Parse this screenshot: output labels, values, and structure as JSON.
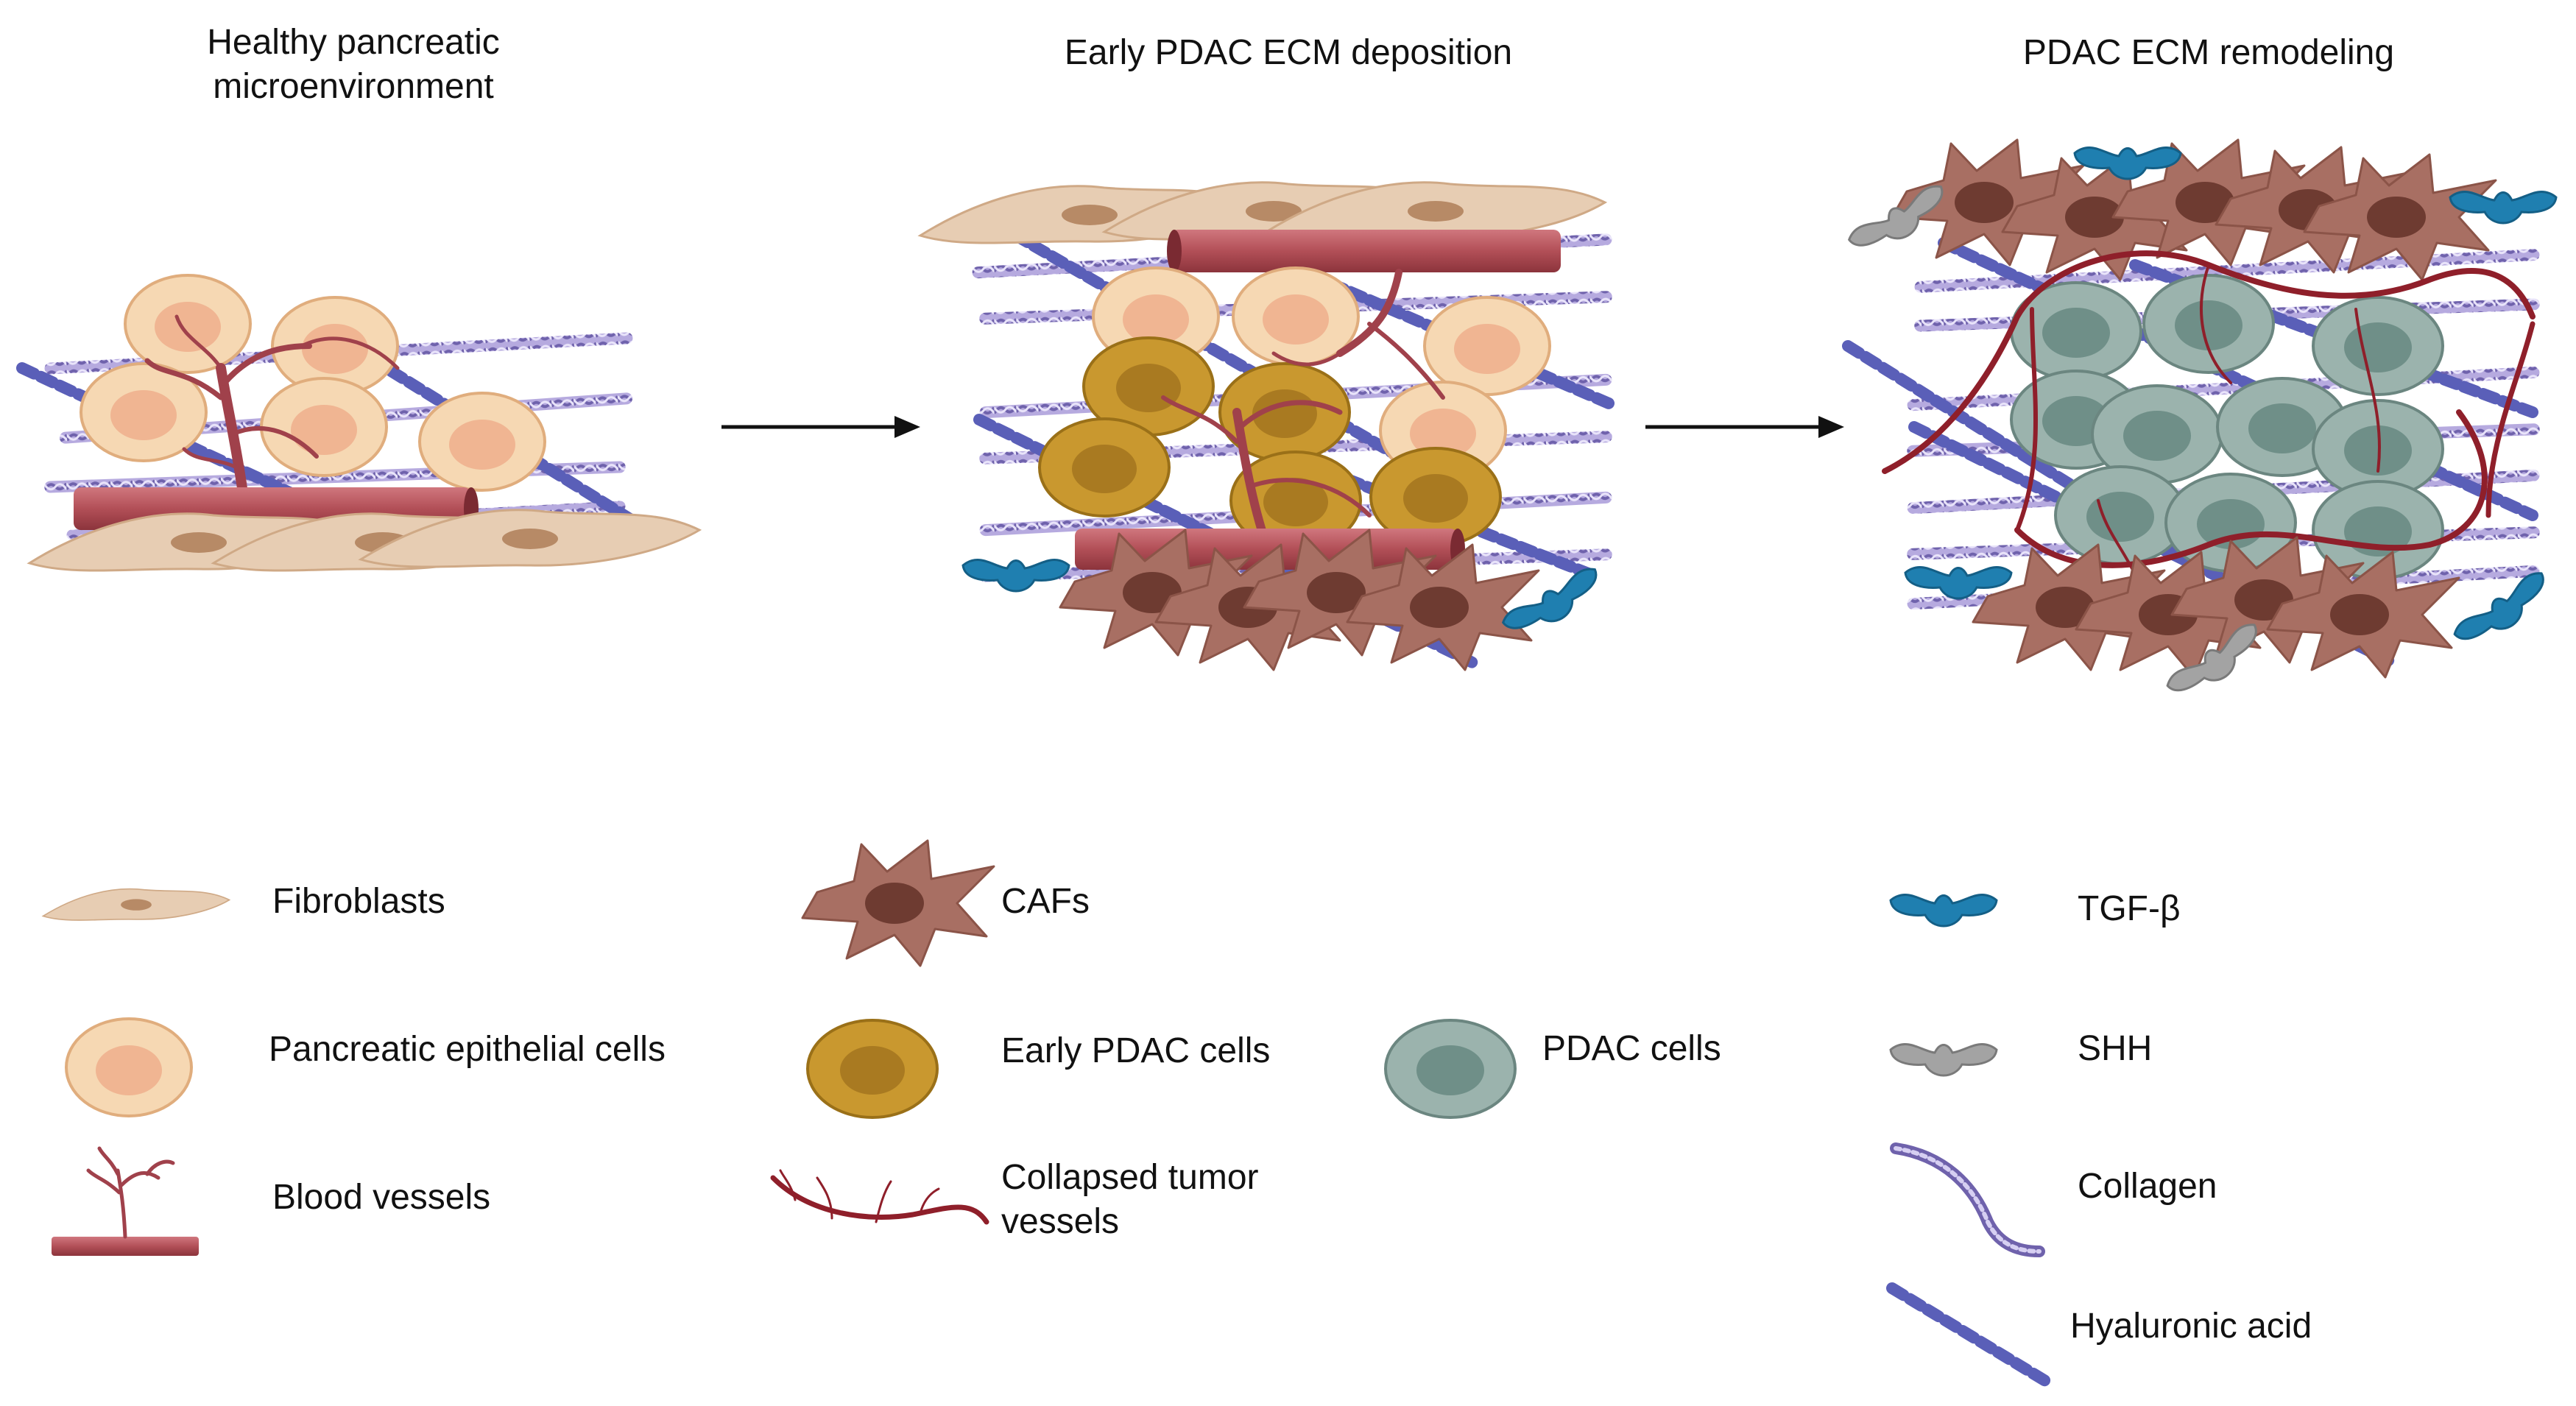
{
  "panels": [
    {
      "id": "healthy",
      "title": "Healthy pancreatic microenvironment"
    },
    {
      "id": "early",
      "title": "Early PDAC ECM deposition"
    },
    {
      "id": "remodeling",
      "title": "PDAC ECM remodeling"
    }
  ],
  "legend": {
    "fibroblasts": "Fibroblasts",
    "epithelial": "Pancreatic epithelial cells",
    "blood_vessels": "Blood vessels",
    "cafs": "CAFs",
    "early_pdac": "Early PDAC cells",
    "collapsed_vessels": "Collapsed tumor vessels",
    "pdac_cells": "PDAC cells",
    "tgfb": "TGF-β",
    "shh": "SHH",
    "collagen": "Collagen",
    "hyaluronic_acid": "Hyaluronic acid"
  },
  "colors": {
    "fibroblast": "#e7cdb3",
    "epithelial": "#f6d8b3",
    "epithelial_nucleus": "#f0b592",
    "vessel": "#b7535a",
    "caf": "#a86f63",
    "caf_nucleus": "#6e3b31",
    "early_pdac": "#c9982f",
    "pdac": "#9bb3ad",
    "tgfb": "#1f7fb0",
    "shh": "#999999",
    "collagen": "#9b8ec9",
    "hyaluronic": "#5a5fb8"
  }
}
